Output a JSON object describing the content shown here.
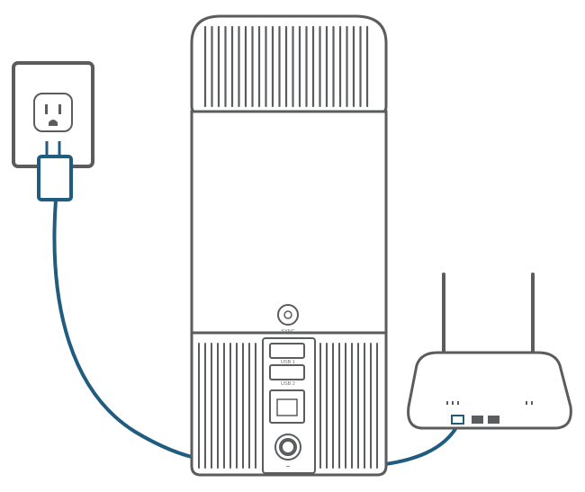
{
  "diagram": {
    "device_labels": {
      "sync": "SYNC",
      "usb1": "USB 1",
      "usb2": "USB 2"
    },
    "colors": {
      "outline": "#5a5c5e",
      "cable": "#1f5c80",
      "fill": "#ffffff"
    },
    "icons": [
      "wall-outlet-icon",
      "power-adapter-icon",
      "mesh-router-icon",
      "modem-router-icon"
    ]
  }
}
